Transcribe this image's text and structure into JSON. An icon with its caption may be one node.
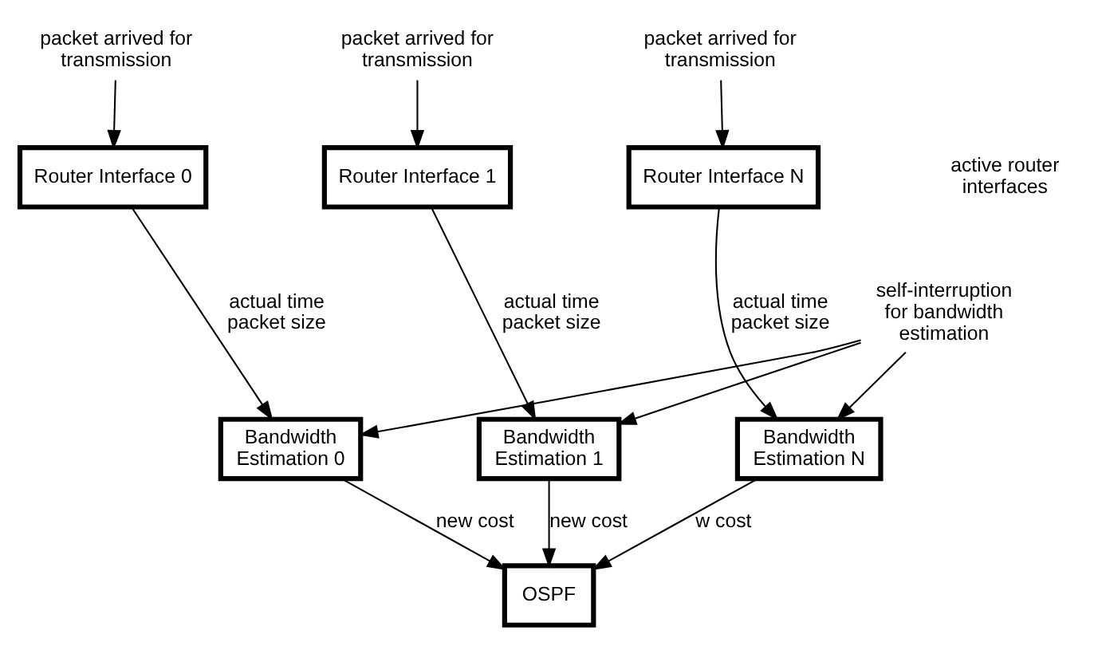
{
  "diagram": {
    "nodes": [
      {
        "text": [
          "packet arrived for transmission"
        ]
      },
      {
        "text": [
          "packet arrived for transmission"
        ]
      },
      {
        "text": [
          "packet arrived for transmission"
        ]
      },
      {
        "text": [
          "Router Interface 0"
        ]
      },
      {
        "text": [
          "Router Interface 1"
        ]
      },
      {
        "text": [
          "Router Interface N"
        ]
      },
      {
        "text": [
          "Bandwidth Estimation 0"
        ]
      },
      {
        "text": [
          "Bandwidth Estimation 1"
        ]
      },
      {
        "text": [
          "Bandwidth Estimation N"
        ]
      },
      {
        "text": [
          "OSPF"
        ]
      },
      {
        "text": [
          "self-interruption for bandwidth estimation"
        ]
      }
    ],
    "edges": [
      {
        "from": 0,
        "to": 3,
        "arrow": "to"
      },
      {
        "from": 1,
        "to": 4,
        "arrow": "to"
      },
      {
        "from": 2,
        "to": 5,
        "arrow": "to"
      },
      {
        "from": 3,
        "to": 6,
        "arrow": "to",
        "label": "actual time packet size"
      },
      {
        "from": 4,
        "to": 7,
        "arrow": "to",
        "label": "actual time packet size"
      },
      {
        "from": 5,
        "to": 8,
        "arrow": "to",
        "label": "actual time packet size"
      },
      {
        "from": 10,
        "to": 6,
        "arrow": "to"
      },
      {
        "from": 10,
        "to": 7,
        "arrow": "to"
      },
      {
        "from": 10,
        "to": 8,
        "arrow": "to"
      },
      {
        "from": 6,
        "to": 9,
        "arrow": "to",
        "label": "new cost"
      },
      {
        "from": 7,
        "to": 9,
        "arrow": "to",
        "label": "new cost"
      },
      {
        "from": 8,
        "to": 9,
        "arrow": "to",
        "label": "w cost"
      }
    ],
    "labels": [
      "active router interfaces"
    ]
  }
}
